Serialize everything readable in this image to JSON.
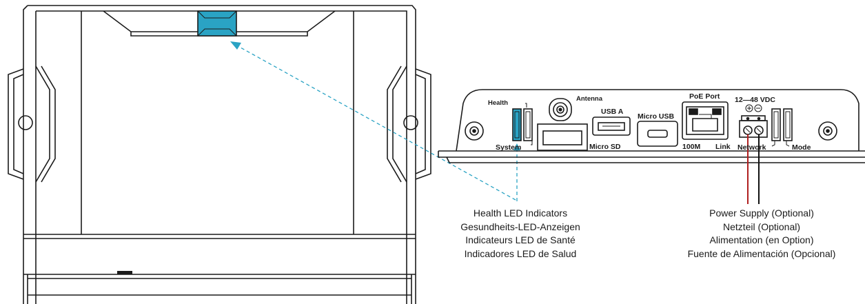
{
  "device_labels": {
    "health": "Health",
    "system": "System",
    "antenna": "Antenna",
    "usb_a": "USB A",
    "micro_sd": "Micro SD",
    "micro_usb": "Micro USB",
    "poe_port": "PoE Port",
    "speed_100m": "100M",
    "link": "Link",
    "voltage": "12—48 VDC",
    "network": "Network",
    "mode": "Mode"
  },
  "health_callout": [
    "Health LED Indicators",
    "Gesundheits-LED-Anzeigen",
    "Indicateurs LED de Santé",
    "Indicadores LED de Salud"
  ],
  "power_callout": [
    "Power Supply (Optional)",
    "Netzteil (Optional)",
    "Alimentation (en Option)",
    "Fuente de Alimentación (Opcional)"
  ],
  "colors": {
    "accent_led": "#2aa3c4",
    "callout_line": "#2aa3c4",
    "power_positive": "#b01e1e",
    "power_negative": "#111111",
    "outline": "#1a1a1a"
  }
}
